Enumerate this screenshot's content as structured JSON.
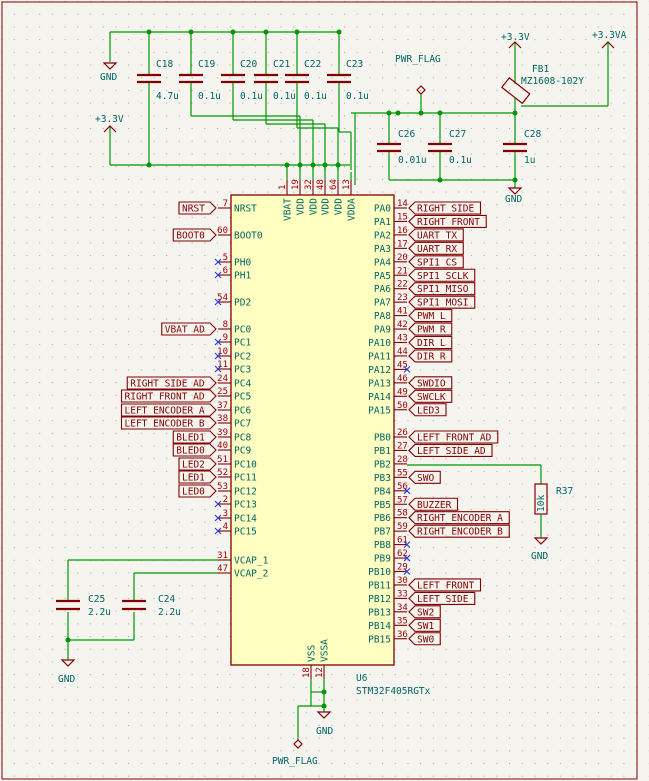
{
  "sheet": {
    "background": "#f5f4ef",
    "wire_color": "#009600",
    "symbol_color": "#840000",
    "fill_color": "#ffffc2"
  },
  "mcu": {
    "reference": "U6",
    "value": "STM32F405RGTx",
    "left_pins": [
      {
        "num": "7",
        "name": "NRST",
        "net": "NRST"
      },
      {
        "num": "60",
        "name": "BOOT0",
        "net": "BOOT0"
      },
      {
        "num": "5",
        "name": "PH0",
        "net": ""
      },
      {
        "num": "6",
        "name": "PH1",
        "net": ""
      },
      {
        "num": "54",
        "name": "PD2",
        "net": ""
      },
      {
        "num": "8",
        "name": "PC0",
        "net": "VBAT_AD"
      },
      {
        "num": "9",
        "name": "PC1",
        "net": ""
      },
      {
        "num": "10",
        "name": "PC2",
        "net": ""
      },
      {
        "num": "11",
        "name": "PC3",
        "net": ""
      },
      {
        "num": "24",
        "name": "PC4",
        "net": "RIGHT_SIDE_AD"
      },
      {
        "num": "25",
        "name": "PC5",
        "net": "RIGHT_FRONT_AD"
      },
      {
        "num": "37",
        "name": "PC6",
        "net": "LEFT_ENCODER_A"
      },
      {
        "num": "38",
        "name": "PC7",
        "net": "LEFT_ENCODER_B"
      },
      {
        "num": "39",
        "name": "PC8",
        "net": "BLED1"
      },
      {
        "num": "40",
        "name": "PC9",
        "net": "BLED0"
      },
      {
        "num": "51",
        "name": "PC10",
        "net": "LED2"
      },
      {
        "num": "52",
        "name": "PC11",
        "net": "LED1"
      },
      {
        "num": "53",
        "name": "PC12",
        "net": "LED0"
      },
      {
        "num": "2",
        "name": "PC13",
        "net": ""
      },
      {
        "num": "3",
        "name": "PC14",
        "net": ""
      },
      {
        "num": "4",
        "name": "PC15",
        "net": ""
      },
      {
        "num": "31",
        "name": "VCAP_1",
        "net": ""
      },
      {
        "num": "47",
        "name": "VCAP_2",
        "net": ""
      }
    ],
    "right_pins": [
      {
        "num": "14",
        "name": "PA0",
        "net": "RIGHT_SIDE"
      },
      {
        "num": "15",
        "name": "PA1",
        "net": "RIGHT_FRONT"
      },
      {
        "num": "16",
        "name": "PA2",
        "net": "UART_TX"
      },
      {
        "num": "17",
        "name": "PA3",
        "net": "UART_RX"
      },
      {
        "num": "20",
        "name": "PA4",
        "net": "SPI1_CS"
      },
      {
        "num": "21",
        "name": "PA5",
        "net": "SPI1_SCLK"
      },
      {
        "num": "22",
        "name": "PA6",
        "net": "SPI1_MISO"
      },
      {
        "num": "23",
        "name": "PA7",
        "net": "SPI1_MOSI"
      },
      {
        "num": "41",
        "name": "PA8",
        "net": "PWM_L"
      },
      {
        "num": "42",
        "name": "PA9",
        "net": "PWM_R"
      },
      {
        "num": "43",
        "name": "PA10",
        "net": "DIR_L"
      },
      {
        "num": "44",
        "name": "PA11",
        "net": "DIR_R"
      },
      {
        "num": "45",
        "name": "PA12",
        "net": ""
      },
      {
        "num": "46",
        "name": "PA13",
        "net": "SWDIO"
      },
      {
        "num": "49",
        "name": "PA14",
        "net": "SWCLK"
      },
      {
        "num": "50",
        "name": "PA15",
        "net": "LED3"
      },
      {
        "num": "26",
        "name": "PB0",
        "net": "LEFT_FRONT_AD"
      },
      {
        "num": "27",
        "name": "PB1",
        "net": "LEFT_SIDE_AD"
      },
      {
        "num": "28",
        "name": "PB2",
        "net": ""
      },
      {
        "num": "55",
        "name": "PB3",
        "net": "SWO"
      },
      {
        "num": "56",
        "name": "PB4",
        "net": ""
      },
      {
        "num": "57",
        "name": "PB5",
        "net": "BUZZER"
      },
      {
        "num": "58",
        "name": "PB6",
        "net": "RIGHT_ENCODER_A"
      },
      {
        "num": "59",
        "name": "PB7",
        "net": "RIGHT_ENCODER_B"
      },
      {
        "num": "61",
        "name": "PB8",
        "net": ""
      },
      {
        "num": "62",
        "name": "PB9",
        "net": ""
      },
      {
        "num": "29",
        "name": "PB10",
        "net": ""
      },
      {
        "num": "30",
        "name": "PB11",
        "net": "LEFT_FRONT"
      },
      {
        "num": "33",
        "name": "PB12",
        "net": "LEFT_SIDE"
      },
      {
        "num": "34",
        "name": "PB13",
        "net": "SW2"
      },
      {
        "num": "35",
        "name": "PB14",
        "net": "SW1"
      },
      {
        "num": "36",
        "name": "PB15",
        "net": "SW0"
      }
    ],
    "top_pins": [
      {
        "num": "1",
        "name": "VBAT"
      },
      {
        "num": "19",
        "name": "VDD"
      },
      {
        "num": "32",
        "name": "VDD"
      },
      {
        "num": "48",
        "name": "VDD"
      },
      {
        "num": "64",
        "name": "VDD"
      },
      {
        "num": "13",
        "name": "VDDA"
      }
    ],
    "bottom_pins": [
      {
        "num": "18",
        "name": "VSS"
      },
      {
        "num": "12",
        "name": "VSSA"
      }
    ]
  },
  "caps_top": [
    {
      "ref": "C18",
      "value": "4.7u"
    },
    {
      "ref": "C19",
      "value": "0.1u"
    },
    {
      "ref": "C20",
      "value": "0.1u"
    },
    {
      "ref": "C21",
      "value": "0.1u"
    },
    {
      "ref": "C22",
      "value": "0.1u"
    },
    {
      "ref": "C23",
      "value": "0.1u"
    }
  ],
  "caps_analog": [
    {
      "ref": "C26",
      "value": "0.01u"
    },
    {
      "ref": "C27",
      "value": "0.1u"
    },
    {
      "ref": "C28",
      "value": "1u"
    }
  ],
  "caps_vcap": [
    {
      "ref": "C25",
      "value": "2.2u"
    },
    {
      "ref": "C24",
      "value": "2.2u"
    }
  ],
  "ferrite": {
    "ref": "FB1",
    "value": "MZ1608-102Y"
  },
  "resistor": {
    "ref": "R37",
    "value": "10k"
  },
  "power": {
    "gnd": "GND",
    "v33": "+3.3V",
    "v33a": "+3.3VA",
    "pwr_flag": "PWR_FLAG"
  }
}
